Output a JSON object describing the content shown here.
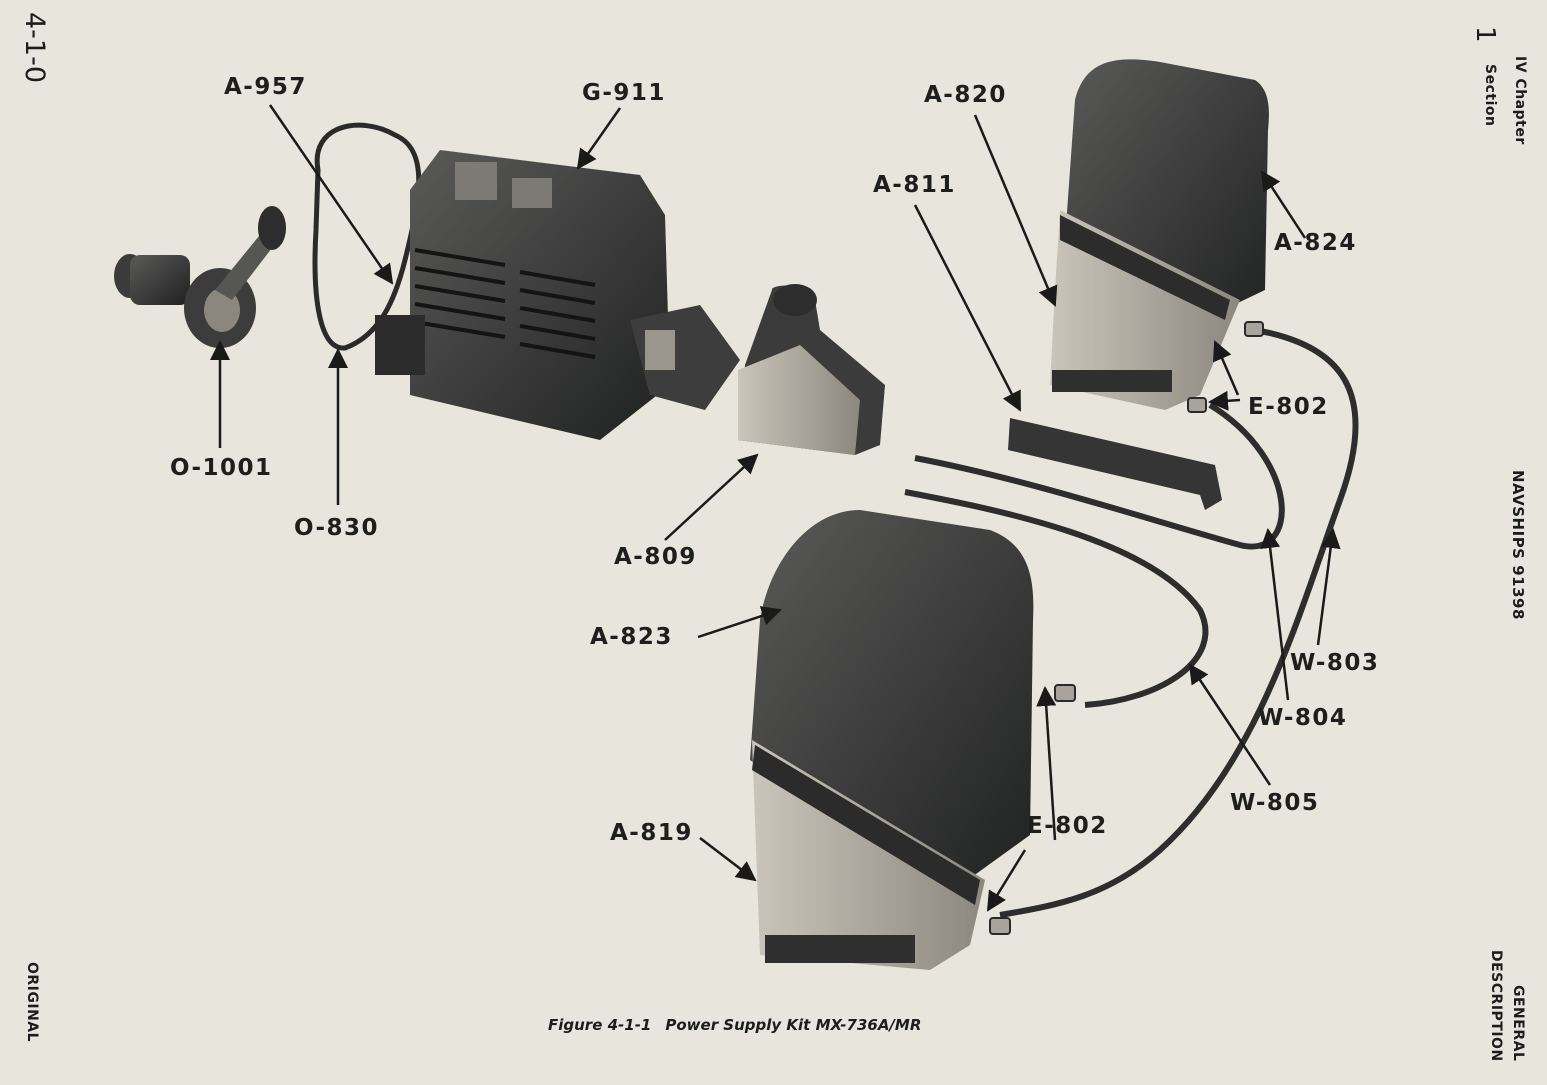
{
  "page": {
    "page_number": "4-1-0",
    "footer_left": "ORIGINAL",
    "header_right_chapter": "IV Chapter",
    "header_right_section_num": "1",
    "header_right_section": "Section",
    "doc_number": "NAVSHIPS 91398",
    "footer_right_line1": "GENERAL",
    "footer_right_line2": "DESCRIPTION"
  },
  "figure": {
    "number": "Figure 4-1-1",
    "title": "Power Supply Kit MX-736A/MR"
  },
  "callouts": {
    "a957": "A-957",
    "g911": "G-911",
    "a820": "A-820",
    "a811": "A-811",
    "a824": "A-824",
    "e802_top": "E-802",
    "o1001": "O-1001",
    "o830": "O-830",
    "a809": "A-809",
    "a823": "A-823",
    "w803": "W-803",
    "w804": "W-804",
    "w805": "W-805",
    "e802_bottom": "E-802",
    "a819": "A-819"
  },
  "colors": {
    "paper": "#e7e5dc",
    "part_dark": "#2f3030",
    "part_mid": "#4a4b4a",
    "metal": "#a7a39a"
  }
}
